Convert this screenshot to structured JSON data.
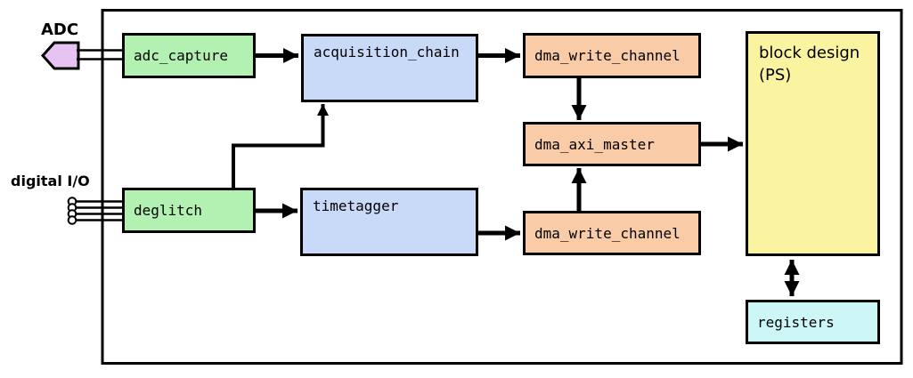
{
  "diagram": {
    "external_labels": {
      "adc": "ADC",
      "digital_io": "digital I/O"
    },
    "boxes": {
      "adc_capture": {
        "label": "adc_capture",
        "fill": "#b2f1b2"
      },
      "deglitch": {
        "label": "deglitch",
        "fill": "#b2f1b2"
      },
      "acquisition_chain": {
        "label": "acquisition_chain",
        "fill": "#c9d9f8"
      },
      "timetagger": {
        "label": "timetagger",
        "fill": "#c9d9f8"
      },
      "dma_write_channel_top": {
        "label": "dma_write_channel",
        "fill": "#f9cba7"
      },
      "dma_axi_master": {
        "label": "dma_axi_master",
        "fill": "#f9cba7"
      },
      "dma_write_channel_bottom": {
        "label": "dma_write_channel",
        "fill": "#f9cba7"
      },
      "block_design": {
        "line1": "block design",
        "line2": "(PS)",
        "fill": "#faf3a0"
      },
      "registers": {
        "label": "registers",
        "fill": "#cdf6f6"
      }
    },
    "icons": {
      "adc_connector": {
        "name": "adc-connector-icon",
        "fill": "#e6c3f2"
      },
      "io_pins": {
        "name": "io-pin-icon",
        "fill": "#ffffff"
      }
    },
    "colors": {
      "wire": "#000000",
      "border": "#000000",
      "background": "#ffffff"
    }
  }
}
